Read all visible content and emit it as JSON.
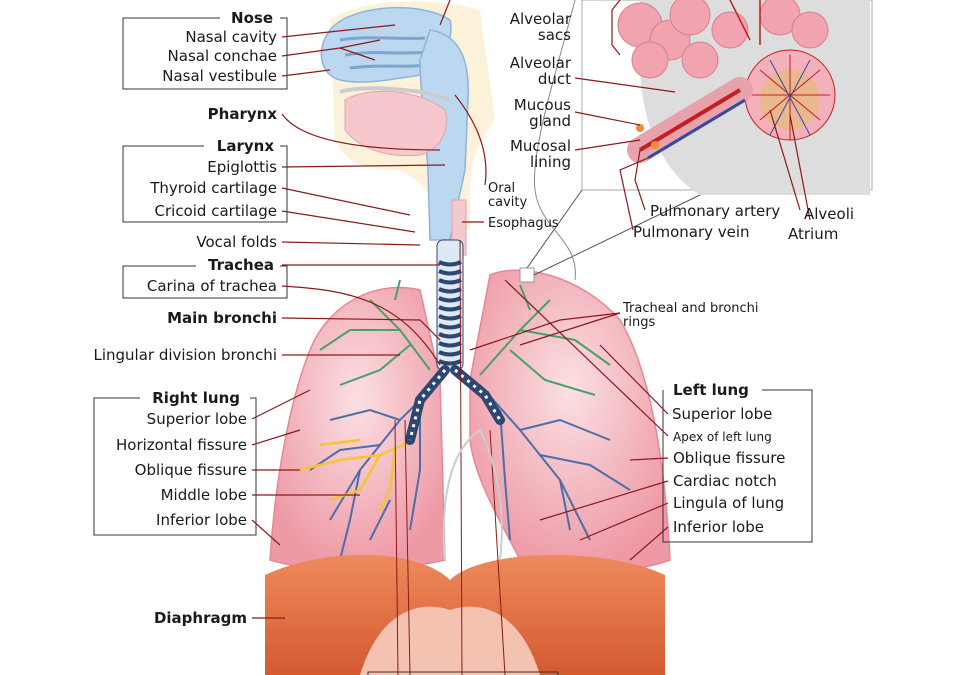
{
  "colors": {
    "lung": "#f1a8b1",
    "lung_light": "#f8d0d5",
    "airway": "#bcd7f0",
    "bronchi_green": "#4aa06a",
    "bronchi_blue": "#4c6fa8",
    "middle_lobe": "#f5c533",
    "diaphragm": "#e26f43",
    "leader": "#8a1a1a",
    "artery": "#c21f1f",
    "vein": "#2b4f9e",
    "background_panel": "#dddddd"
  },
  "labels": {
    "nose": "Nose",
    "nasal_cavity": "Nasal cavity",
    "nasal_conchae": "Nasal conchae",
    "nasal_vestibule": "Nasal vestibule",
    "pharynx": "Pharynx",
    "larynx": "Larynx",
    "epiglottis": "Epiglottis",
    "thyroid_cartilage": "Thyroid cartilage",
    "cricoid_cartilage": "Cricoid cartilage",
    "vocal_folds": "Vocal folds",
    "trachea": "Trachea",
    "carina": "Carina of trachea",
    "main_bronchi": "Main bronchi",
    "lingular_bronchi": "Lingular division bronchi",
    "right_lung": "Right lung",
    "r_superior_lobe": "Superior lobe",
    "horizontal_fissure": "Horizontal fissure",
    "r_oblique_fissure": "Oblique fissure",
    "middle_lobe": "Middle lobe",
    "r_inferior_lobe": "Inferior lobe",
    "diaphragm": "Diaphragm",
    "alveolar_sacs_1": "Alveolar",
    "alveolar_sacs_2": "sacs",
    "alveolar_duct_1": "Alveolar",
    "alveolar_duct_2": "duct",
    "mucous_gland_1": "Mucous",
    "mucous_gland_2": "gland",
    "mucosal_lining_1": "Mucosal",
    "mucosal_lining_2": "lining",
    "oral_cavity_1": "Oral",
    "oral_cavity_2": "cavity",
    "esophagus": "Esophagus",
    "pulmonary_artery": "Pulmonary artery",
    "pulmonary_vein": "Pulmonary vein",
    "alveoli": "Alveoli",
    "atrium": "Atrium",
    "rings_1": "Tracheal and bronchi",
    "rings_2": "rings",
    "left_lung": "Left lung",
    "l_superior_lobe": "Superior lobe",
    "apex_left_lung": "Apex of left lung",
    "l_oblique_fissure": "Oblique fissure",
    "cardiac_notch": "Cardiac notch",
    "lingula": "Lingula of lung",
    "l_inferior_lobe": "Inferior lobe"
  }
}
